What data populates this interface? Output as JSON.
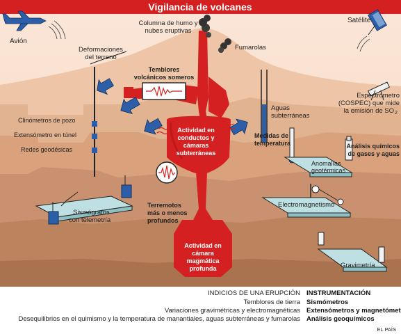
{
  "title": "Vigilancia de volcanes",
  "labels": {
    "avion": "Avión",
    "satelite": "Satélite",
    "columna_1": "Columna de humo y",
    "columna_2": "nubes eruptivas",
    "fumarolas": "Fumarolas",
    "deformaciones_1": "Deformaciones",
    "deformaciones_2": "del terreno",
    "temblores_1": "Temblores",
    "temblores_2": "volcánicos someros",
    "aguas_1": "Aguas",
    "aguas_2": "subterráneas",
    "espectro_1": "Espectrómetro",
    "espectro_2": "(COSPEC) que mide",
    "espectro_3": "la emisión de SO",
    "espectro_sub": "2",
    "clinometros": "Clinómetros de pozo",
    "extensometro": "Extensómetro en túnel",
    "redes": "Redes geodésicas",
    "actividad_conductos_1": "Actividad en",
    "actividad_conductos_2": "conductos y",
    "actividad_conductos_3": "cámaras",
    "actividad_conductos_4": "subterráneas",
    "medidas_1": "Medidas de",
    "medidas_2": "temperatura",
    "analisis_1": "Análisis químicos",
    "analisis_2": "de gases y aguas",
    "anomalias_1": "Anomalías",
    "anomalias_2": "geotérmicas",
    "sismografos_1": "Sismógrafos",
    "sismografos_2": "con telemetría",
    "terremotos_1": "Terremotos",
    "terremotos_2": "más o menos",
    "terremotos_3": "profundos",
    "electromagnetismo": "Electromagnetismo",
    "actividad_camara_1": "Actividad en",
    "actividad_camara_2": "cámara",
    "actividad_camara_3": "magmática",
    "actividad_camara_4": "profunda",
    "gravimetria": "Gravimetría"
  },
  "legend": {
    "indicios_header": "INDICIOS DE UNA ERUPCIÓN",
    "indicios": [
      "Temblores de tierra",
      "Variaciones gravimétricas y electromagnéticas",
      "Desequilibrios en el quimismo y la temperatura de manantiales, aguas subterráneas y fumarolas"
    ],
    "instrumentacion_header": "INSTRUMENTACIÓN",
    "instrumentacion": [
      "Sismómetros",
      "Extensómetros y magnetómetros",
      "Análisis geoquímicos"
    ]
  },
  "credit": "EL PAÍS",
  "colors": {
    "magma": "#d42020",
    "sky": "#fde5d2",
    "arrow": "#2d5fa8",
    "earth_light": "#eec5a6",
    "earth_mid": "#d9a27c",
    "earth_dark": "#bb835e",
    "platform": "#bfe0e2"
  }
}
